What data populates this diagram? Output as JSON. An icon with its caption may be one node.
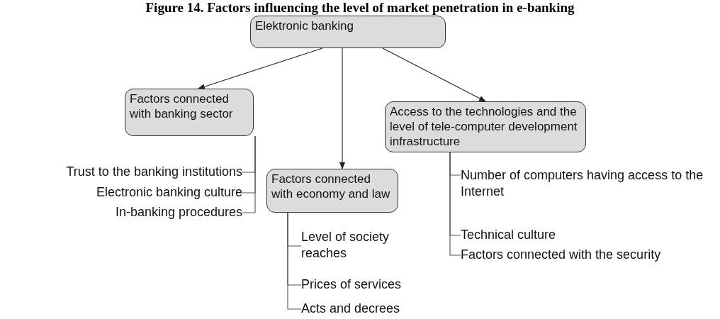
{
  "diagram": {
    "title": "Figure 14. Factors influencing the level of market penetration in e-banking",
    "nodes": [
      {
        "text": [
          "Elektronic banking"
        ]
      },
      {
        "text": [
          "Factors connected with banking sector"
        ]
      },
      {
        "text": [
          "Factors connected with economy and law"
        ]
      },
      {
        "text": [
          "Access to the technologies and the level of tele-computer development infrastructure"
        ]
      },
      {
        "text": [
          "Trust to the banking institutions"
        ]
      },
      {
        "text": [
          "Electronic banking culture"
        ]
      },
      {
        "text": [
          "In-banking procedures"
        ]
      },
      {
        "text": [
          "Level of society reaches"
        ]
      },
      {
        "text": [
          "Prices of services"
        ]
      },
      {
        "text": [
          "Acts and decrees"
        ]
      },
      {
        "text": [
          "Number of computers having access to the Internet"
        ]
      },
      {
        "text": [
          "Technical culture"
        ]
      },
      {
        "text": [
          "Factors connected with the security"
        ]
      }
    ],
    "edges": [
      {
        "from": 0,
        "to": 1,
        "arrow": "to"
      },
      {
        "from": 0,
        "to": 2,
        "arrow": "to"
      },
      {
        "from": 0,
        "to": 3,
        "arrow": "to"
      },
      {
        "from": 1,
        "to": 4,
        "arrow": "none"
      },
      {
        "from": 1,
        "to": 5,
        "arrow": "none"
      },
      {
        "from": 1,
        "to": 6,
        "arrow": "none"
      },
      {
        "from": 2,
        "to": 7,
        "arrow": "none"
      },
      {
        "from": 2,
        "to": 8,
        "arrow": "none"
      },
      {
        "from": 2,
        "to": 9,
        "arrow": "none"
      },
      {
        "from": 3,
        "to": 10,
        "arrow": "none"
      },
      {
        "from": 3,
        "to": 11,
        "arrow": "none"
      },
      {
        "from": 3,
        "to": 12,
        "arrow": "none"
      }
    ]
  }
}
